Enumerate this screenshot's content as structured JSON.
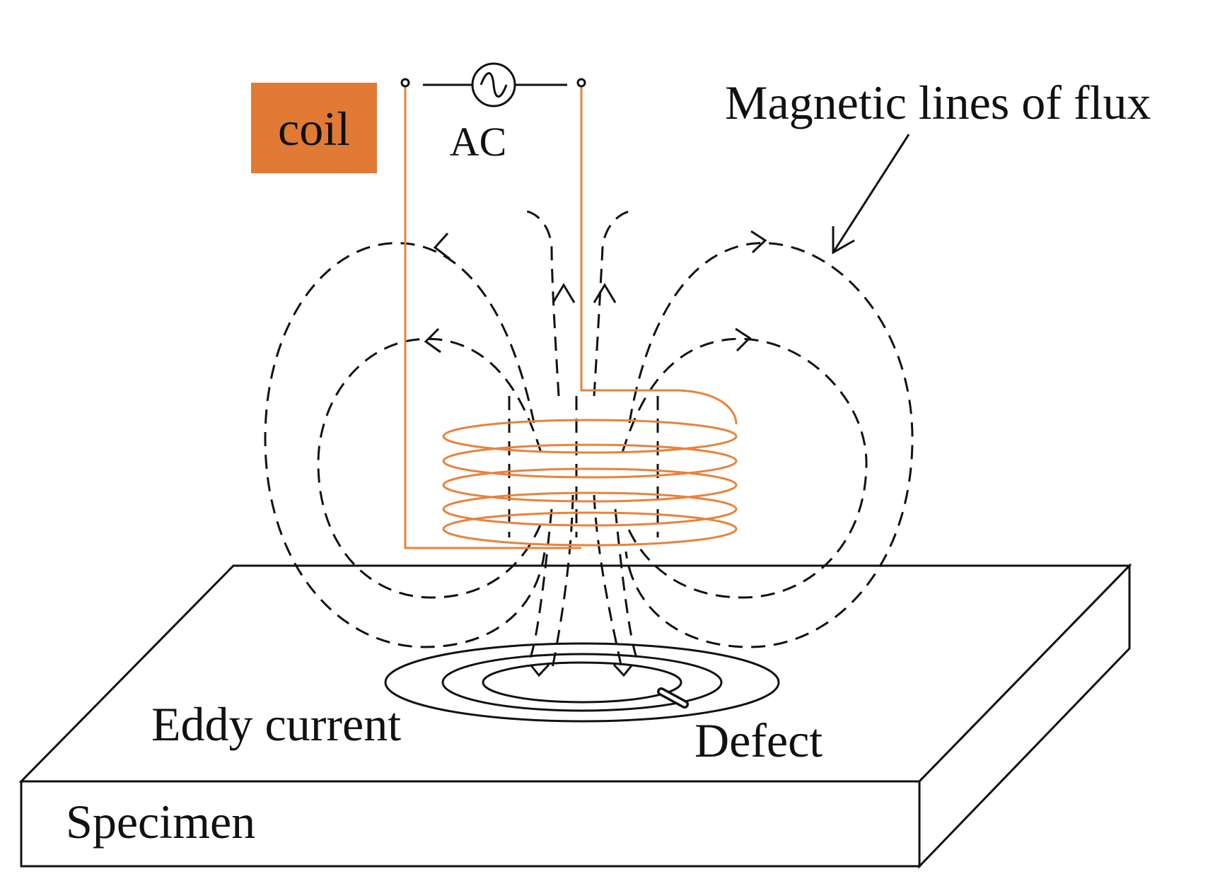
{
  "labels": {
    "coil": "coil",
    "ac": "AC",
    "flux": "Magnetic lines of flux",
    "eddy": "Eddy current",
    "defect": "Defect",
    "specimen": "Specimen"
  },
  "colors": {
    "coil": "#e8823c",
    "coil_box_fill": "#e07a35",
    "line": "#111111",
    "background": "#ffffff"
  }
}
